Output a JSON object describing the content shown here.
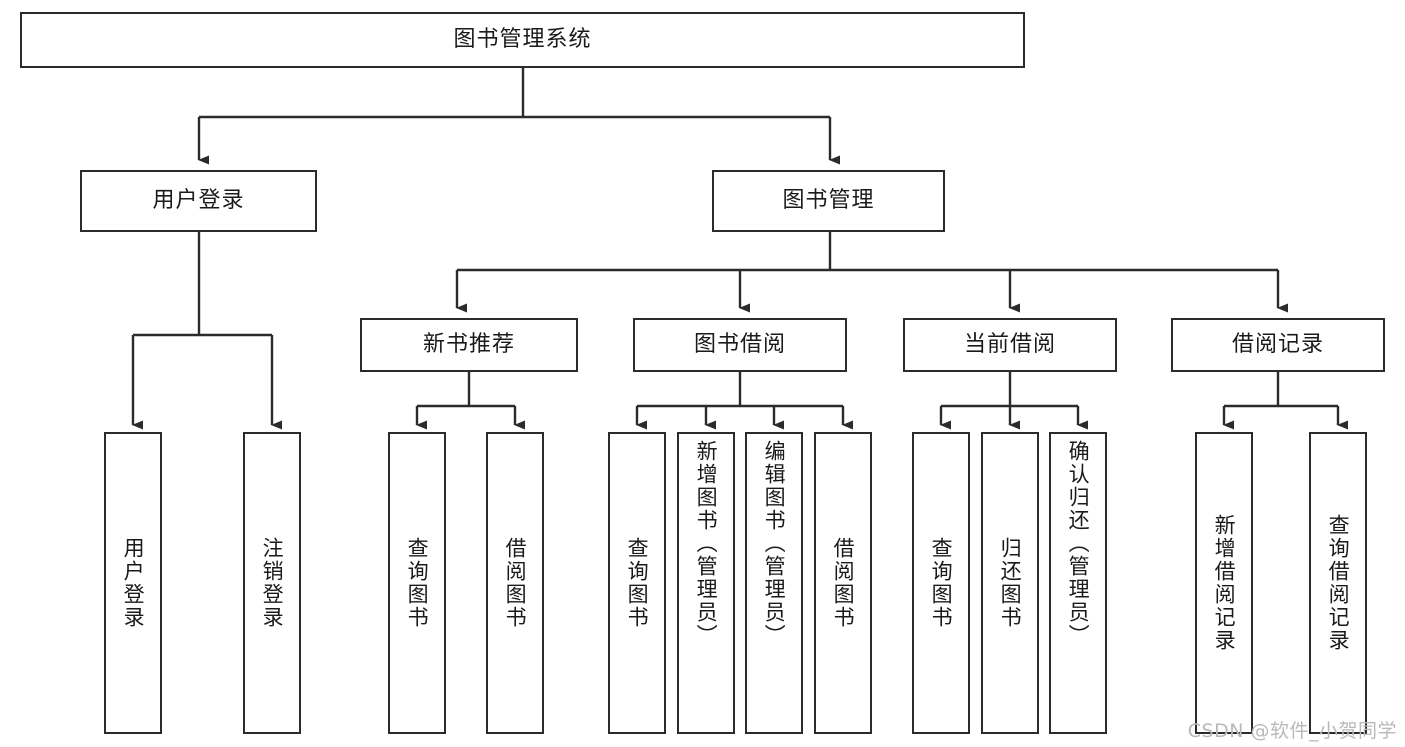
{
  "diagram": {
    "title": "图书管理系统",
    "type": "function-structure-tree",
    "watermark": "CSDN @软件_小贺同学",
    "line_color": "#2b2b2b",
    "box_fill": "#ffffff",
    "text_color": "#1a1a1a",
    "watermark_color": "#b9b9b9"
  },
  "root": {
    "label": "图书管理系统"
  },
  "level2": [
    {
      "label": "用户登录"
    },
    {
      "label": "图书管理"
    }
  ],
  "level3": [
    {
      "label": "新书推荐"
    },
    {
      "label": "图书借阅"
    },
    {
      "label": "当前借阅"
    },
    {
      "label": "借阅记录"
    }
  ],
  "leaves": {
    "user_login": [
      {
        "label": "用户登录"
      },
      {
        "label": "注销登录"
      }
    ],
    "new_book_recommend": [
      {
        "label": "查询图书"
      },
      {
        "label": "借阅图书"
      }
    ],
    "book_borrow": [
      {
        "label": "查询图书"
      },
      {
        "label": "新增图书（管理员）"
      },
      {
        "label": "编辑图书（管理员）"
      },
      {
        "label": "借阅图书"
      }
    ],
    "current_borrow": [
      {
        "label": "查询图书"
      },
      {
        "label": "归还图书"
      },
      {
        "label": "确认归还（管理员）"
      }
    ],
    "borrow_record": [
      {
        "label": "新增借阅记录"
      },
      {
        "label": "查询借阅记录"
      }
    ]
  },
  "chart_data": {
    "type": "tree",
    "title": "图书管理系统",
    "nodes": [
      {
        "id": "root",
        "label": "图书管理系统",
        "level": 0,
        "parent": null
      },
      {
        "id": "n-user-login",
        "label": "用户登录",
        "level": 1,
        "parent": "root"
      },
      {
        "id": "n-book-mgmt",
        "label": "图书管理",
        "level": 1,
        "parent": "root"
      },
      {
        "id": "l-user-login",
        "label": "用户登录",
        "level": 2,
        "parent": "n-user-login"
      },
      {
        "id": "l-logout",
        "label": "注销登录",
        "level": 2,
        "parent": "n-user-login"
      },
      {
        "id": "n-new-book",
        "label": "新书推荐",
        "level": 2,
        "parent": "n-book-mgmt"
      },
      {
        "id": "n-book-borrow",
        "label": "图书借阅",
        "level": 2,
        "parent": "n-book-mgmt"
      },
      {
        "id": "n-current-borrow",
        "label": "当前借阅",
        "level": 2,
        "parent": "n-book-mgmt"
      },
      {
        "id": "n-borrow-record",
        "label": "借阅记录",
        "level": 2,
        "parent": "n-book-mgmt"
      },
      {
        "id": "l-nb-query",
        "label": "查询图书",
        "level": 3,
        "parent": "n-new-book"
      },
      {
        "id": "l-nb-borrow",
        "label": "借阅图书",
        "level": 3,
        "parent": "n-new-book"
      },
      {
        "id": "l-bb-query",
        "label": "查询图书",
        "level": 3,
        "parent": "n-book-borrow"
      },
      {
        "id": "l-bb-add",
        "label": "新增图书（管理员）",
        "level": 3,
        "parent": "n-book-borrow"
      },
      {
        "id": "l-bb-edit",
        "label": "编辑图书（管理员）",
        "level": 3,
        "parent": "n-book-borrow"
      },
      {
        "id": "l-bb-borrow",
        "label": "借阅图书",
        "level": 3,
        "parent": "n-book-borrow"
      },
      {
        "id": "l-cb-query",
        "label": "查询图书",
        "level": 3,
        "parent": "n-current-borrow"
      },
      {
        "id": "l-cb-return",
        "label": "归还图书",
        "level": 3,
        "parent": "n-current-borrow"
      },
      {
        "id": "l-cb-confirm",
        "label": "确认归还（管理员）",
        "level": 3,
        "parent": "n-current-borrow"
      },
      {
        "id": "l-br-add",
        "label": "新增借阅记录",
        "level": 3,
        "parent": "n-borrow-record"
      },
      {
        "id": "l-br-query",
        "label": "查询借阅记录",
        "level": 3,
        "parent": "n-borrow-record"
      }
    ]
  }
}
